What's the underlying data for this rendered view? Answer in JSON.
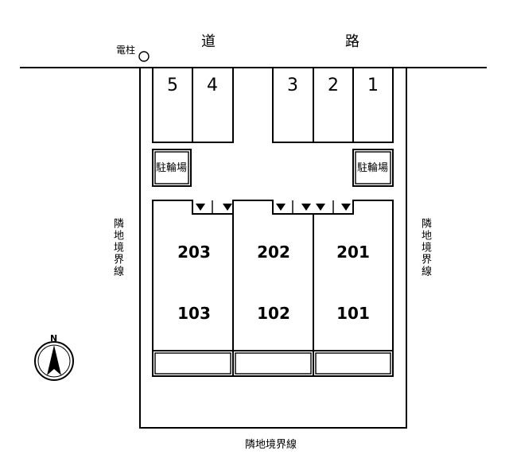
{
  "road": {
    "char1": "道",
    "char2": "路"
  },
  "utility_pole": "電柱",
  "parking_slots": [
    "5",
    "4",
    "3",
    "2",
    "1"
  ],
  "bicycle_parking": {
    "left": "駐輪場",
    "right": "駐輪場"
  },
  "units": [
    {
      "upper": "203",
      "lower": "103"
    },
    {
      "upper": "202",
      "lower": "102"
    },
    {
      "upper": "201",
      "lower": "101"
    }
  ],
  "boundary": {
    "left": "隣地境界線",
    "right": "隣地境界線",
    "bottom": "隣地境界線"
  },
  "compass": {
    "label": "N"
  }
}
